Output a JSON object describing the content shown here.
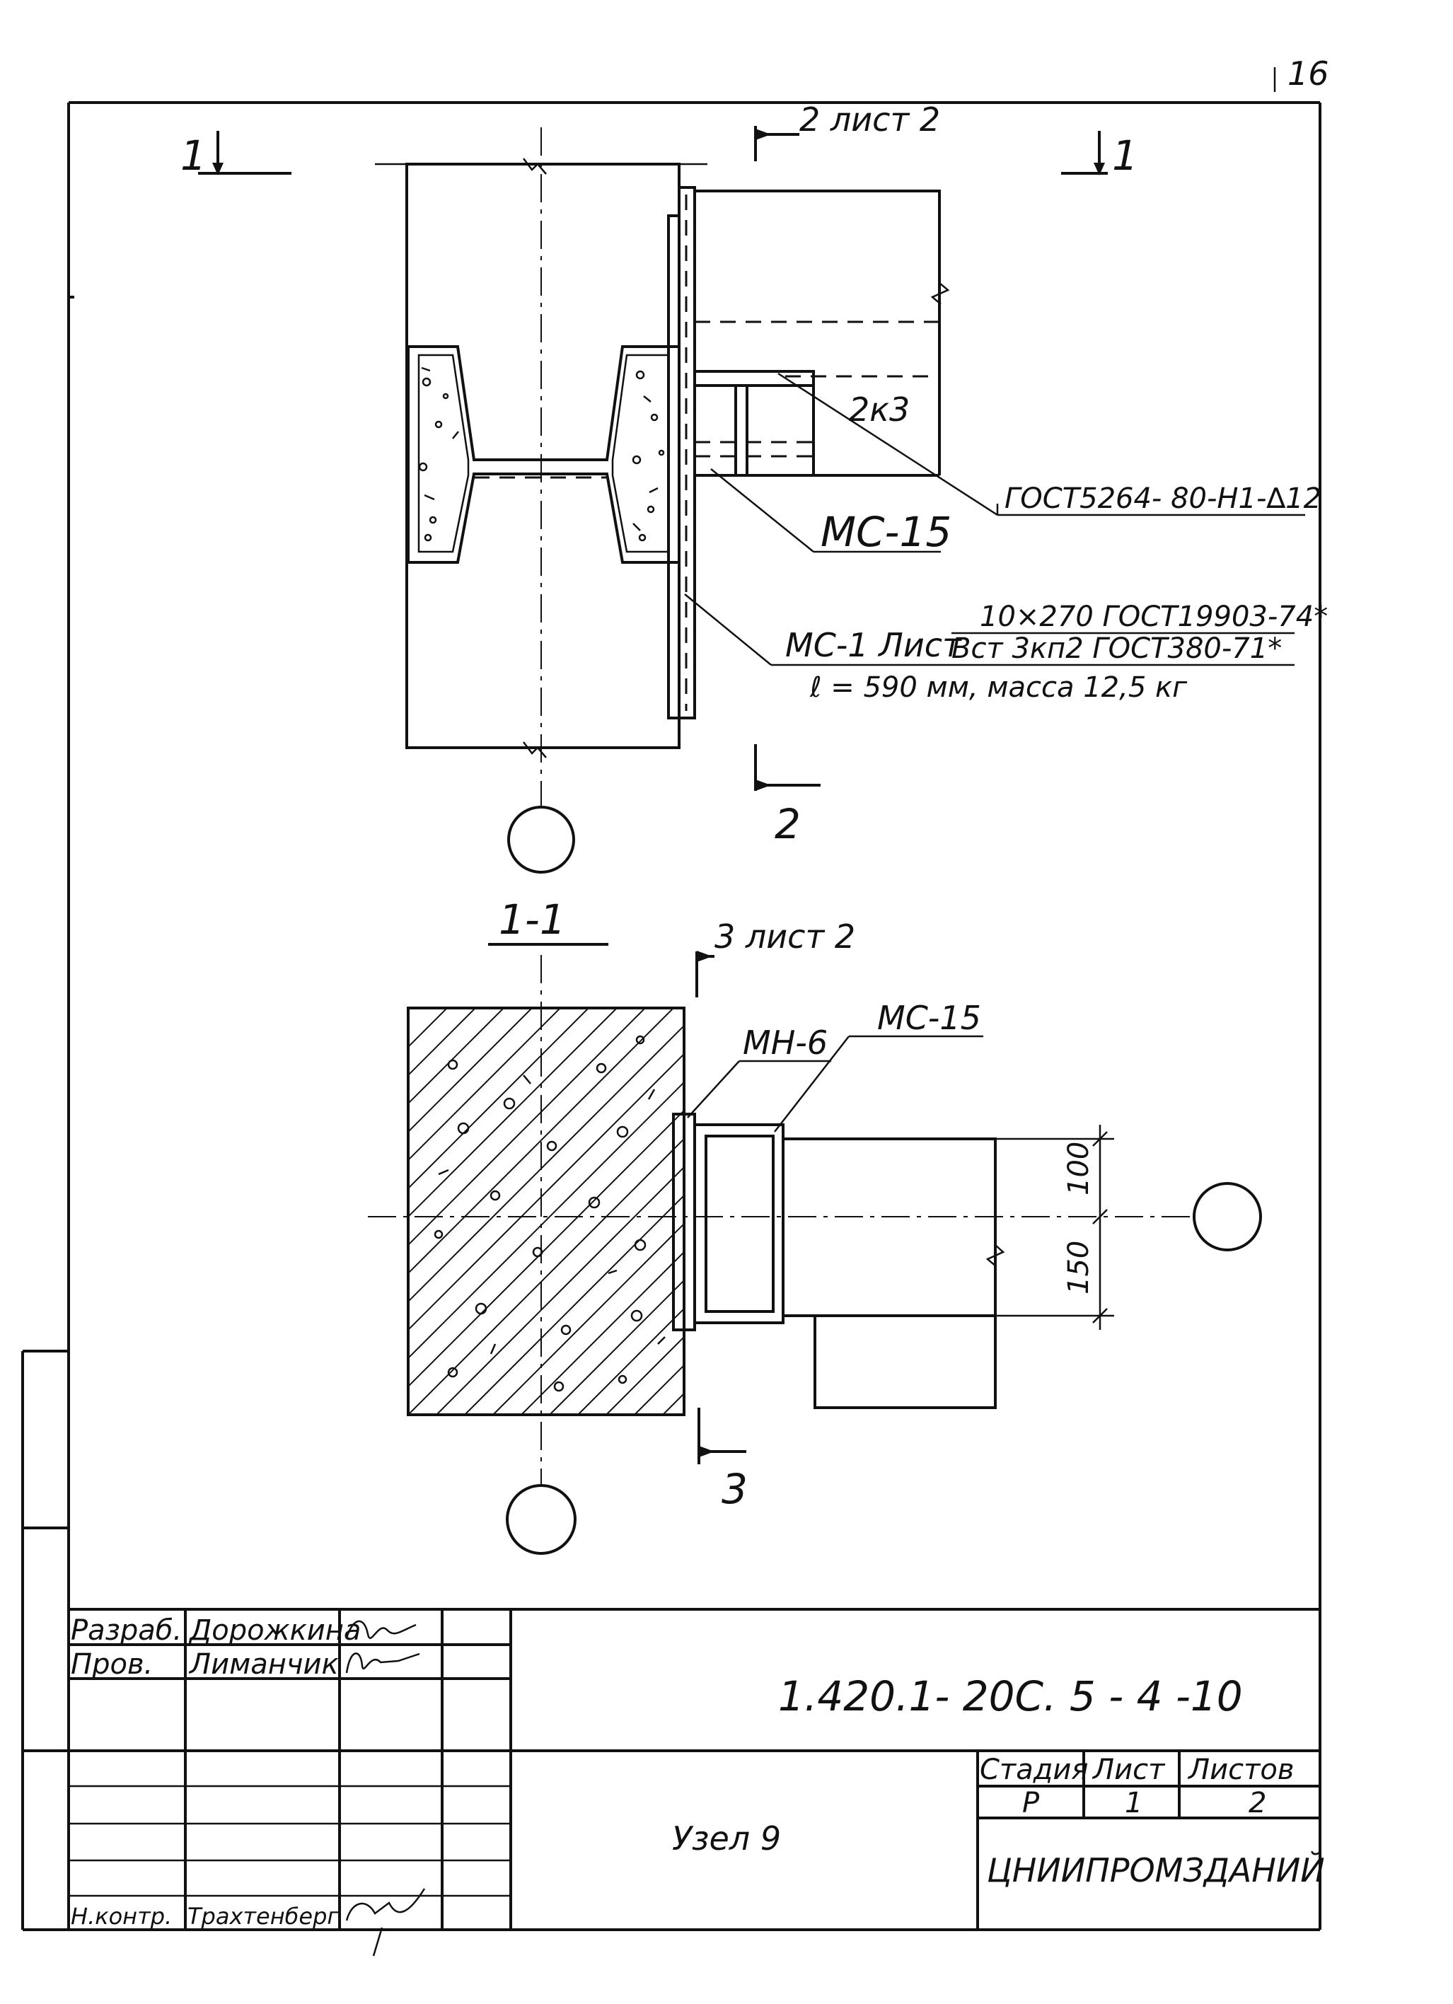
{
  "page_number": "16",
  "sections": {
    "top_cut_left": "1",
    "top_cut_right": "1",
    "ref_2_sheet": "2 лист 2",
    "ref_2_bottom": "2",
    "section_title": "1-1",
    "ref_3_sheet": "3 лист 2",
    "ref_3_bottom": "3"
  },
  "callouts": {
    "weld": "2к3",
    "gost_weld": "ГОСТ5264- 80-Н1-∆12",
    "mc15_top": "МС-15",
    "mc1": "МС-1  Лист",
    "sheet_spec_top": "10×270 ГОСТ19903-74*",
    "sheet_spec_bottom": "Вст 3кп2 ГОСТ380-71*",
    "sheet_length": "ℓ = 590 мм, масса 12,5 кг",
    "mn6": "МН-6",
    "mc15_bottom": "МС-15",
    "dim_100": "100",
    "dim_150": "150"
  },
  "title_block": {
    "role_dev": "Разраб.",
    "name_dev": "Дорожкина",
    "role_check": "Пров.",
    "name_check": "Лиманчик",
    "role_norm": "Н.контр.",
    "name_norm": "Трахтенберг",
    "doc_code": "1.420.1- 20С. 5 - 4 -10",
    "node_title": "Узел 9",
    "stage_label": "Стадия",
    "sheet_label": "Лист",
    "sheets_label": "Листов",
    "stage_value": "Р",
    "sheet_value": "1",
    "sheets_value": "2",
    "organization": "ЦНИИПРОМЗДАНИЙ"
  }
}
